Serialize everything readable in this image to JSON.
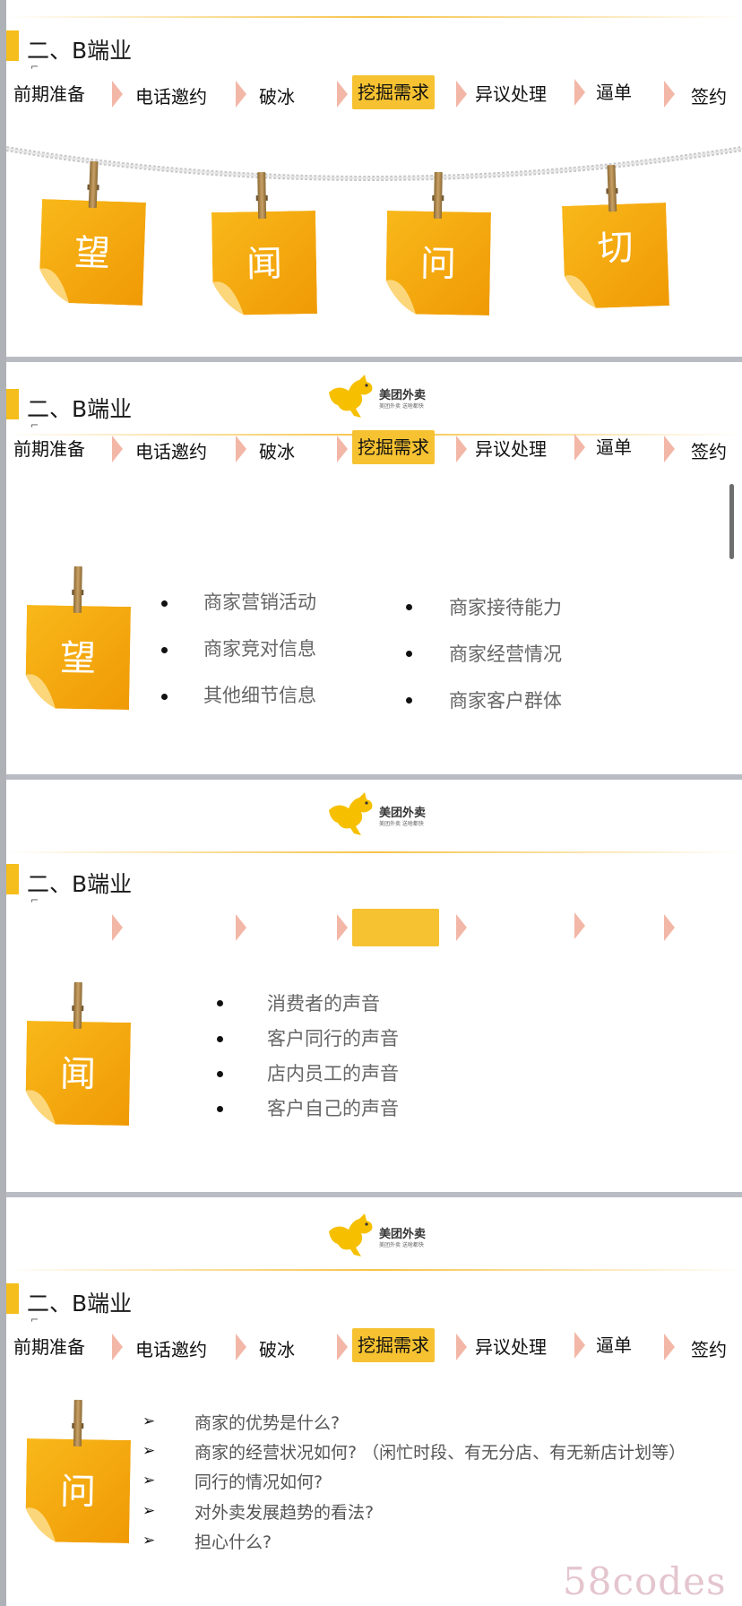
{
  "section_title": "二、B端业",
  "title_mark": "⌐",
  "logo": {
    "name": "美团外卖",
    "tagline": "美团外卖 送啥都快"
  },
  "steps": [
    "前期准备",
    "电话邀约",
    "破冰",
    "挖掘需求",
    "异议处理",
    "逼单",
    "签约"
  ],
  "slide1": {
    "notes": [
      "望",
      "闻",
      "问",
      "切"
    ]
  },
  "slide2": {
    "note": "望",
    "left_items": [
      "商家营销活动",
      "商家竞对信息",
      "其他细节信息"
    ],
    "right_items": [
      "商家接待能力",
      "商家经营情况",
      "商家客户群体"
    ]
  },
  "slide3": {
    "note": "闻",
    "items": [
      "消费者的声音",
      "客户同行的声音",
      "店内员工的声音",
      "客户自己的声音"
    ]
  },
  "slide4": {
    "note": "问",
    "arrow_glyph": "➢",
    "questions": [
      "商家的优势是什么?",
      "商家的经营状况如何? （闲忙时段、有无分店、有无新店计划等）",
      "同行的情况如何?",
      "对外卖发展趋势的看法?",
      "担心什么?"
    ]
  },
  "watermark": "58codes",
  "colors": {
    "accent": "#f6c231",
    "note": "#f5a50a",
    "arrow": "#f3b7a7"
  }
}
